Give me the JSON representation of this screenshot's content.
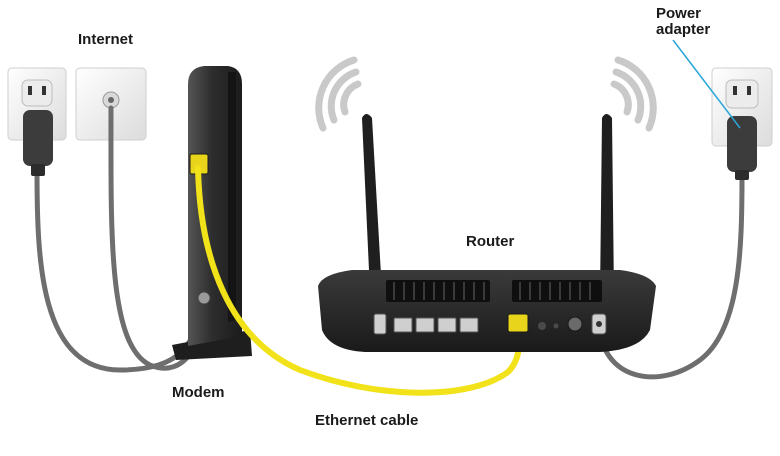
{
  "labels": {
    "internet": "Internet",
    "power_adapter_line1": "Power",
    "power_adapter_line2": "adapter",
    "router": "Router",
    "modem": "Modem",
    "ethernet_cable": "Ethernet cable"
  },
  "colors": {
    "ethernet": "#f2e21a",
    "cable": "#6e6e6e",
    "device": "#2a2a2a",
    "pointer": "#2aa6d8",
    "wifi": "#c9c9c9"
  }
}
